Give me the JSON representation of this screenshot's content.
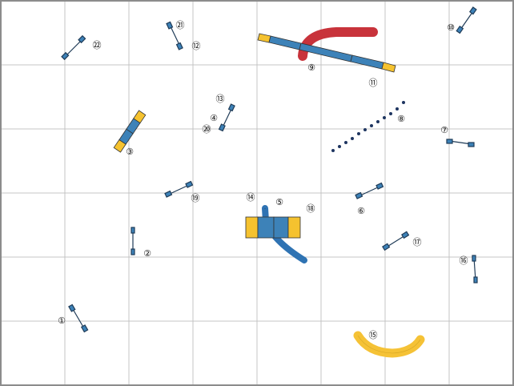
{
  "colors": {
    "grid": "#bdbdbd",
    "border": "#8c8c8c",
    "jump_bar": "#3d82b8",
    "jump_stroke": "#1f3b57",
    "tunnel_red": "#c8333b",
    "tunnel_blue": "#2f73b3",
    "tunnel_yellow": "#f5c236",
    "contact_yellow": "#f5c22f",
    "weave_pole": "#1e3560"
  },
  "labels": {
    "n1": "①",
    "n2": "②",
    "n3": "③",
    "n4": "④",
    "n5": "⑤",
    "n6": "⑥",
    "n7": "⑦",
    "n8": "⑧",
    "n9": "⑨",
    "n10": "⑩",
    "n11": "⑪",
    "n12": "⑫",
    "n13": "⑬",
    "n14": "⑭",
    "n15": "⑮",
    "n16": "⑯",
    "n17": "⑰",
    "n18": "⑱",
    "n19": "⑲",
    "n20": "⑳",
    "n21": "㉑",
    "n22": "㉒"
  }
}
